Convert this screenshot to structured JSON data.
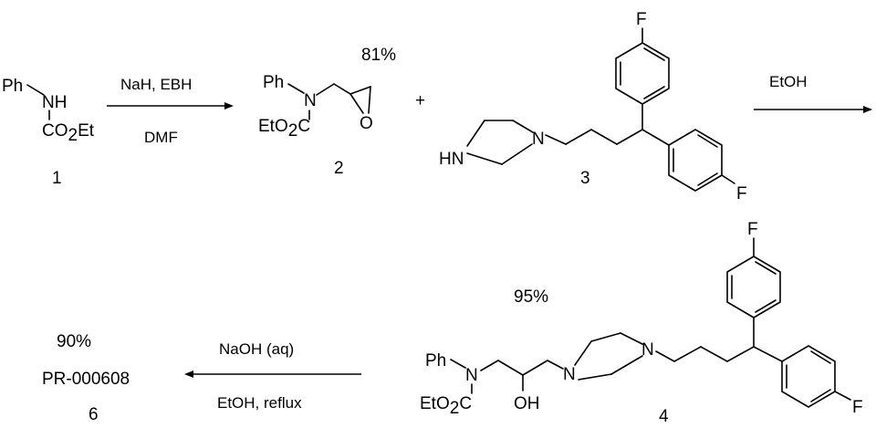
{
  "compounds": {
    "c1": {
      "number": "1",
      "ph": "Ph",
      "nh": "NH",
      "co2et": "CO2Et"
    },
    "c2": {
      "number": "2",
      "ph": "Ph",
      "n": "N",
      "o": "O",
      "eto2c": "EtO2C"
    },
    "c3": {
      "number": "3",
      "hn": "HN",
      "n": "N",
      "f_top": "F",
      "f_bottom": "F"
    },
    "c4": {
      "number": "4",
      "ph": "Ph",
      "n_amide": "N",
      "eto2c": "EtO2C",
      "oh": "OH",
      "n_pip1": "N",
      "n_pip2": "N",
      "f_top": "F",
      "f_bottom": "F"
    },
    "c6": {
      "number": "6",
      "name": "PR-000608"
    }
  },
  "plus": "+",
  "reactions": {
    "r1": {
      "reagent_top": "NaH, EBH",
      "reagent_bottom": "DMF",
      "yield": "81%"
    },
    "r2": {
      "reagent_top": "EtOH",
      "yield": "95%"
    },
    "r3": {
      "reagent_top": "NaOH (aq)",
      "reagent_bottom": "EtOH, reflux",
      "yield": "90%"
    }
  }
}
